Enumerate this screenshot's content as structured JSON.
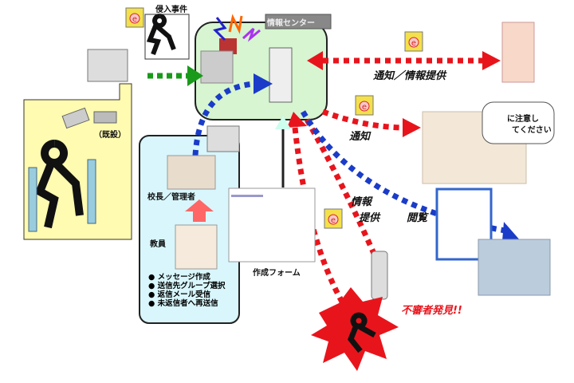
{
  "labels": {
    "center": "情報センター",
    "incident": "侵入事件",
    "camera": "（既設）",
    "principal": "校長／管理者",
    "teacher": "教員",
    "form": "作成フォーム",
    "notify_info": "通知／情報提供",
    "notify": "通知",
    "info1": "情報",
    "info2": "提供",
    "browse": "閲覧",
    "speech1": "に注意し",
    "speech2": "てください",
    "found": "不審者発見!!",
    "email_glyph": "e"
  },
  "teacher_tasks": [
    "メッセージ作成",
    "送信先グループ選択",
    "返信メール受信",
    "未返信者へ再送信"
  ],
  "colors": {
    "red": "#e8141c",
    "blue": "#1a3cc8",
    "green": "#1a9a1a",
    "yellow_panel": "#fffbb0",
    "green_panel": "#d6f5d0",
    "cyan_panel": "#d8f6fb"
  }
}
